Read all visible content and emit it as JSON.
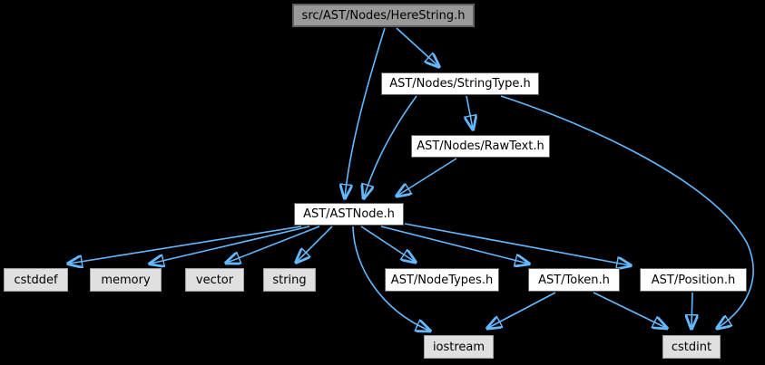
{
  "diagram": {
    "kind": "include-dependency-graph",
    "background": "#000000",
    "edge_color": "#63b8ff",
    "main_node_fill": "#999999",
    "header_node_fill": "#ffffff",
    "system_node_fill": "#e0e0e0"
  },
  "nodes": [
    {
      "id": "herestring",
      "label": "src/AST/Nodes/HereString.h",
      "type": "main"
    },
    {
      "id": "stringtype",
      "label": "AST/Nodes/StringType.h",
      "type": "header"
    },
    {
      "id": "rawtext",
      "label": "AST/Nodes/RawText.h",
      "type": "header"
    },
    {
      "id": "astnode",
      "label": "AST/ASTNode.h",
      "type": "header"
    },
    {
      "id": "cstddef",
      "label": "cstddef",
      "type": "system"
    },
    {
      "id": "memory",
      "label": "memory",
      "type": "system"
    },
    {
      "id": "vector",
      "label": "vector",
      "type": "system"
    },
    {
      "id": "string",
      "label": "string",
      "type": "system"
    },
    {
      "id": "nodetypes",
      "label": "AST/NodeTypes.h",
      "type": "header"
    },
    {
      "id": "token",
      "label": "AST/Token.h",
      "type": "header"
    },
    {
      "id": "position",
      "label": "AST/Position.h",
      "type": "header"
    },
    {
      "id": "iostream",
      "label": "iostream",
      "type": "system"
    },
    {
      "id": "cstdint",
      "label": "cstdint",
      "type": "system"
    }
  ],
  "edges": [
    {
      "from": "src/AST/Nodes/HereString.h",
      "to": "AST/Nodes/StringType.h"
    },
    {
      "from": "src/AST/Nodes/HereString.h",
      "to": "AST/ASTNode.h"
    },
    {
      "from": "AST/Nodes/StringType.h",
      "to": "AST/Nodes/RawText.h"
    },
    {
      "from": "AST/Nodes/StringType.h",
      "to": "AST/ASTNode.h"
    },
    {
      "from": "AST/Nodes/StringType.h",
      "to": "cstdint"
    },
    {
      "from": "AST/Nodes/RawText.h",
      "to": "AST/ASTNode.h"
    },
    {
      "from": "AST/ASTNode.h",
      "to": "cstddef"
    },
    {
      "from": "AST/ASTNode.h",
      "to": "memory"
    },
    {
      "from": "AST/ASTNode.h",
      "to": "vector"
    },
    {
      "from": "AST/ASTNode.h",
      "to": "string"
    },
    {
      "from": "AST/ASTNode.h",
      "to": "AST/NodeTypes.h"
    },
    {
      "from": "AST/ASTNode.h",
      "to": "AST/Token.h"
    },
    {
      "from": "AST/ASTNode.h",
      "to": "AST/Position.h"
    },
    {
      "from": "AST/ASTNode.h",
      "to": "iostream"
    },
    {
      "from": "AST/Token.h",
      "to": "iostream"
    },
    {
      "from": "AST/Token.h",
      "to": "cstdint"
    },
    {
      "from": "AST/Position.h",
      "to": "cstdint"
    }
  ]
}
